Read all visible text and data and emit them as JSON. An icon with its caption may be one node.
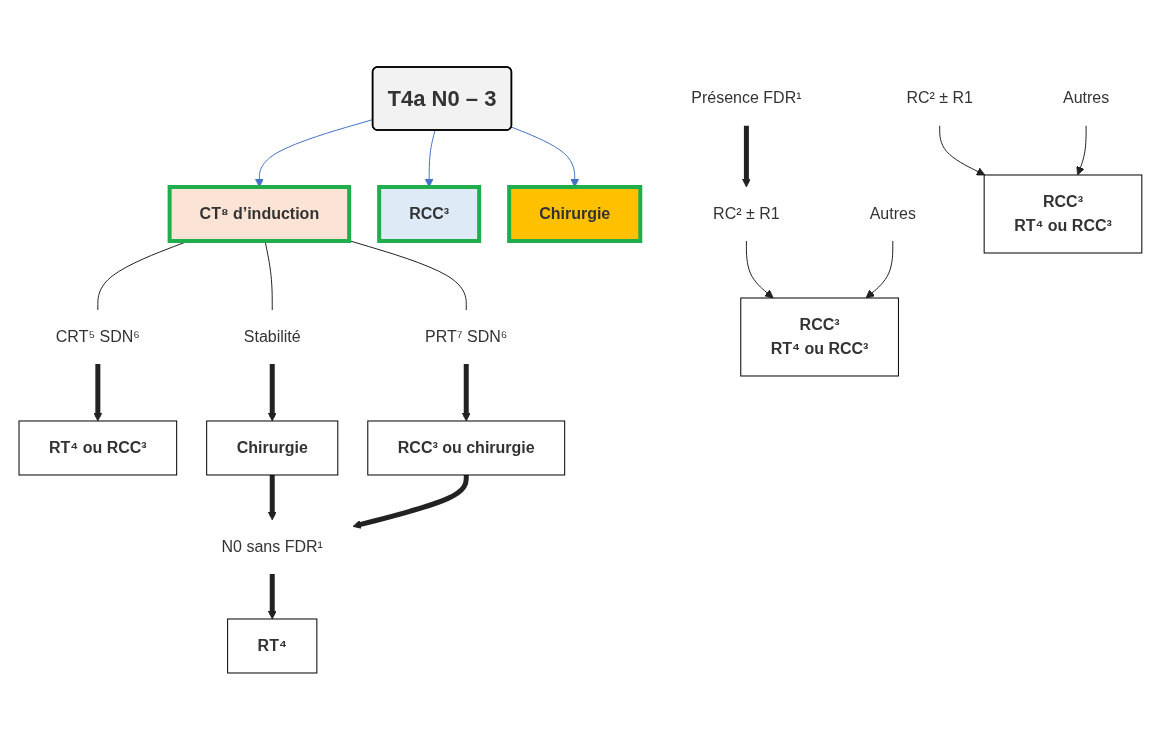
{
  "diagram": {
    "nodes": [
      {
        "text": [
          "T4a N0 – 3"
        ]
      },
      {
        "text": [
          "CT⁸ d’induction"
        ]
      },
      {
        "text": [
          "RCC³"
        ]
      },
      {
        "text": [
          "Chirurgie"
        ]
      },
      {
        "text": [
          "CRT⁵ SDN⁶"
        ]
      },
      {
        "text": [
          "RT⁴ ou RCC³"
        ]
      },
      {
        "text": [
          "PRT⁷ SDN⁶"
        ]
      },
      {
        "text": [
          "RCC³ ou chirurgie"
        ]
      },
      {
        "text": [
          "Stabilité"
        ]
      },
      {
        "text": [
          "Chirurgie"
        ]
      },
      {
        "text": [
          "N0 sans FDR¹"
        ]
      },
      {
        "text": [
          "RT⁴"
        ]
      },
      {
        "text": [
          "Présence FDR¹"
        ]
      },
      {
        "text": [
          "RC² ± R1"
        ]
      },
      {
        "text": [
          "Autres"
        ]
      },
      {
        "text": [
          "RCC³",
          "RT⁴ ou RCC³"
        ]
      },
      {
        "text": [
          "RC² ± R1"
        ]
      },
      {
        "text": [
          "Autres"
        ]
      },
      {
        "text": [
          "RCC³",
          "RT⁴ ou RCC³"
        ]
      }
    ],
    "edges": [
      {
        "from": 0,
        "to": 1,
        "arrow": "to",
        "color": "#4472c4"
      },
      {
        "from": 0,
        "to": 2,
        "arrow": "to",
        "color": "#4472c4"
      },
      {
        "from": 0,
        "to": 3,
        "arrow": "to",
        "color": "#4472c4"
      },
      {
        "from": 1,
        "to": 4,
        "arrow": "none"
      },
      {
        "from": 1,
        "to": 6,
        "arrow": "none"
      },
      {
        "from": 1,
        "to": 8,
        "arrow": "none"
      },
      {
        "from": 4,
        "to": 5,
        "arrow": "to",
        "style": "thick"
      },
      {
        "from": 6,
        "to": 7,
        "arrow": "to",
        "style": "thick"
      },
      {
        "from": 8,
        "to": 9,
        "arrow": "to",
        "style": "thick"
      },
      {
        "from": 9,
        "to": 10,
        "arrow": "to",
        "style": "thick"
      },
      {
        "from": 7,
        "to": 10,
        "arrow": "to",
        "style": "thick"
      },
      {
        "from": 10,
        "to": 11,
        "arrow": "to",
        "style": "thick"
      },
      {
        "from": 12,
        "to": 13,
        "arrow": "to",
        "style": "thick"
      },
      {
        "from": 13,
        "to": 15,
        "arrow": "to"
      },
      {
        "from": 14,
        "to": 15,
        "arrow": "to"
      },
      {
        "from": 16,
        "to": 18,
        "arrow": "to"
      },
      {
        "from": 17,
        "to": 18,
        "arrow": "to"
      }
    ]
  }
}
